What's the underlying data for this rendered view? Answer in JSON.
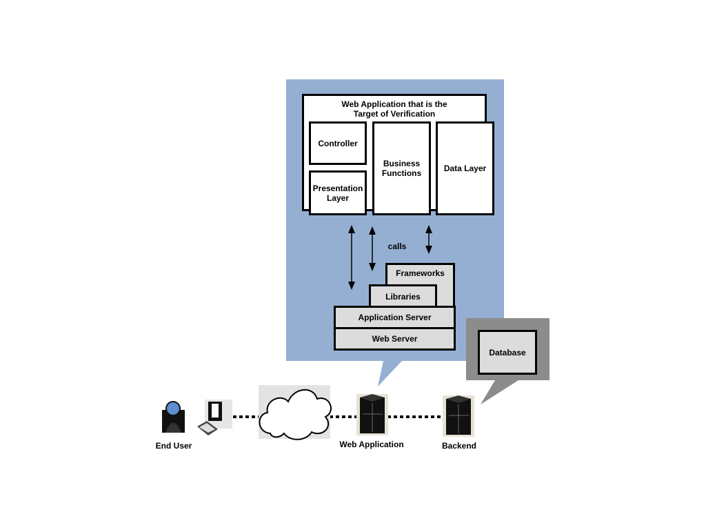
{
  "app": {
    "title": "Web Application that is the\nTarget of Verification",
    "controller": "Controller",
    "presentation": "Presentation\nLayer",
    "business": "Business\nFunctions",
    "data_layer": "Data Layer",
    "calls": "calls"
  },
  "stack": {
    "frameworks": "Frameworks",
    "libraries": "Libraries",
    "app_server": "Application Server",
    "web_server": "Web Server"
  },
  "backend_box": {
    "database": "Database"
  },
  "bottom": {
    "end_user": "End User",
    "web_application": "Web Application",
    "backend": "Backend"
  },
  "colors": {
    "callout_blue": "#95afd3",
    "callout_gray": "#8c8c8c",
    "layer_gray": "#dcdcdc",
    "cloud_bg": "#e3e3e3",
    "user_blue": "#5b8fd0"
  }
}
